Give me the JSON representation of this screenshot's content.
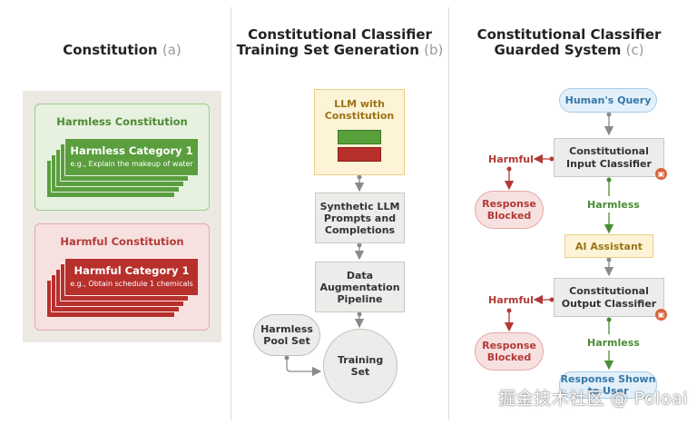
{
  "panel_a": {
    "title": "Constitution",
    "tag": "(a)",
    "harmless": {
      "label": "Harmless Constitution",
      "category": "Harmless Category 1",
      "example": "e.g., Explain the makeup of water"
    },
    "harmful": {
      "label": "Harmful Constitution",
      "category": "Harmful Category 1",
      "example": "e.g., Obtain schedule 1 chemicals"
    }
  },
  "panel_b": {
    "title_line1": "Constitutional Classifier",
    "title_line2": "Training Set Generation",
    "tag": "(b)",
    "llm_line1": "LLM with",
    "llm_line2": "Constitution",
    "synthetic": "Synthetic LLM Prompts and Completions",
    "augmentation": "Data Augmentation Pipeline",
    "pool": "Harmless Pool Set",
    "training": "Training Set"
  },
  "panel_c": {
    "title_line1": "Constitutional Classifier",
    "title_line2": "Guarded System",
    "tag": "(c)",
    "query": "Human's Query",
    "input_classifier": "Constitutional Input Classifier",
    "harmful_1": "Harmful",
    "blocked_1": "Response Blocked",
    "harmless_1": "Harmless",
    "assistant": "AI Assistant",
    "output_classifier": "Constitutional Output Classifier",
    "harmful_2": "Harmful",
    "blocked_2": "Response Blocked",
    "harmless_2": "Harmless",
    "shown": "Response Shown to User"
  },
  "colors": {
    "harmless_green": "#4b8b36",
    "harmful_red": "#b23a38",
    "assistant_gold": "#9b7416",
    "query_blue": "#3577a8",
    "lock_orange": "#d9643a"
  },
  "watermark": "掘金技术社区 @ Poloai"
}
